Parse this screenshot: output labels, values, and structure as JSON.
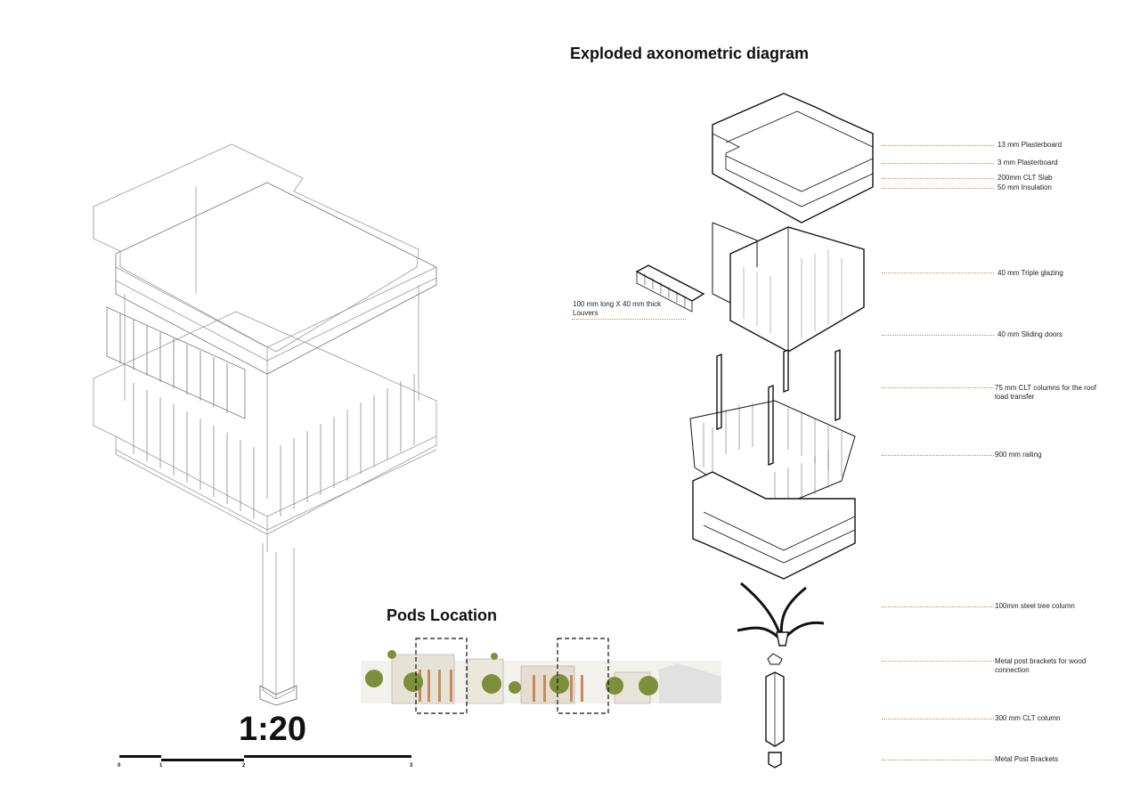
{
  "titles": {
    "exploded": "Exploded axonometric diagram",
    "pods": "Pods Location"
  },
  "scale": {
    "label": "1:20",
    "ticks": [
      "0",
      "1",
      "2",
      "3"
    ]
  },
  "annotations": {
    "plasterboard13": "13 mm Plasterboard",
    "plasterboard3": "3 mm Plasterboard",
    "clt_slab": "200mm CLT Slab",
    "insulation": "50 mm Insulation",
    "glazing": "40 mm Triple glazing",
    "louvers": "100 mm long X 40 mm thick Louvers",
    "sliding_doors": "40 mm Sliding doors",
    "clt_columns": "75 mm CLT columns for the roof load transfer",
    "railing": "900 mm railing",
    "tree_column": "100mm steel tree column",
    "post_brackets_wood": "Metal post brackets for wood connection",
    "clt_column": "300 mm CLT column",
    "post_brackets": "Metal Post Brackets"
  },
  "colors": {
    "leader": "#c58a5c",
    "line": "#111111",
    "ghost": "#9a9a9a"
  }
}
